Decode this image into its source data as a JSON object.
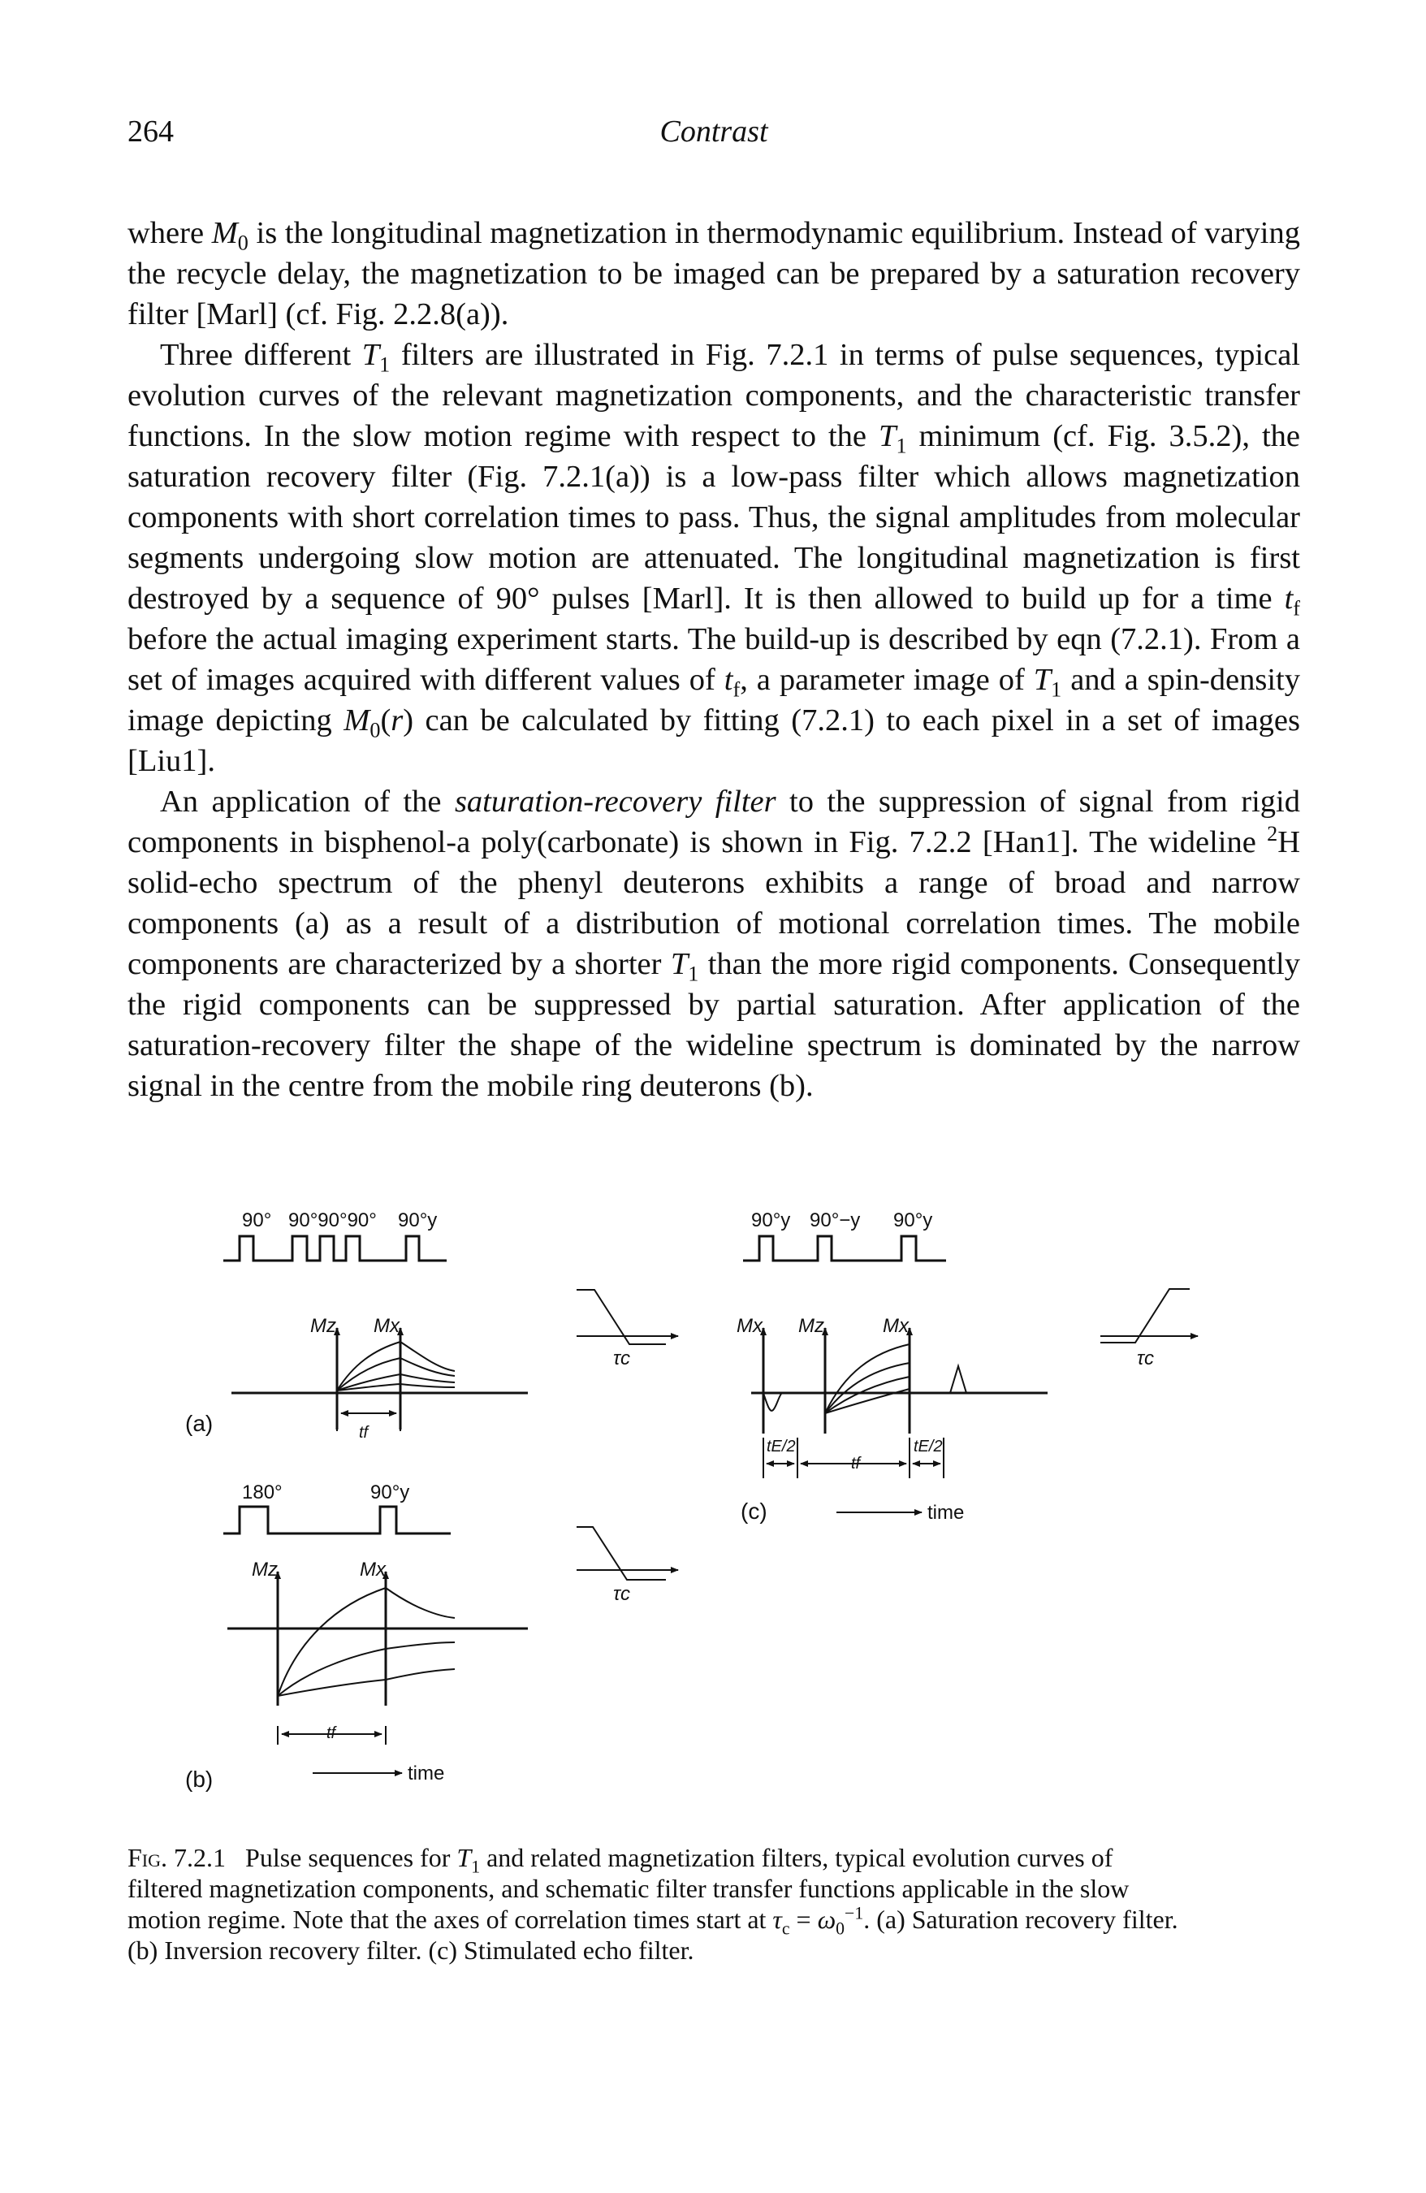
{
  "header": {
    "page_number": "264",
    "running_title": "Contrast"
  },
  "paragraphs": [
    {
      "indent": false,
      "segments": [
        {
          "t": "where "
        },
        {
          "t": "M",
          "i": true
        },
        {
          "t": "0",
          "sub": true
        },
        {
          "t": " is the longitudinal magnetization in thermodynamic equilibrium. Instead of varying the recycle delay, the magnetization to be imaged can be prepared by a saturation recovery filter [Marl] (cf. Fig. 2.2.8(a))."
        }
      ]
    },
    {
      "indent": true,
      "segments": [
        {
          "t": "Three different "
        },
        {
          "t": "T",
          "i": true
        },
        {
          "t": "1",
          "sub": true
        },
        {
          "t": " filters are illustrated in Fig. 7.2.1 in terms of pulse sequences, typical evolution curves of the relevant magnetization components, and the characteristic transfer functions. In the slow motion regime with respect to the "
        },
        {
          "t": "T",
          "i": true
        },
        {
          "t": "1",
          "sub": true
        },
        {
          "t": " minimum (cf. Fig. 3.5.2), the saturation recovery filter (Fig. 7.2.1(a)) is a low-pass filter which allows magnetization components with short correlation times to pass. Thus, the signal amplitudes from molecular segments undergoing slow motion are attenuated. The longitudinal magnetization is first destroyed by a sequence of 90° pulses [Marl]. It is then allowed to build up for a time "
        },
        {
          "t": "t",
          "i": true
        },
        {
          "t": "f",
          "sub": true
        },
        {
          "t": " before the actual imaging experiment starts. The build-up is described by eqn (7.2.1). From a set of images acquired with different values of "
        },
        {
          "t": "t",
          "i": true
        },
        {
          "t": "f",
          "sub": true
        },
        {
          "t": ", a parameter image of "
        },
        {
          "t": "T",
          "i": true
        },
        {
          "t": "1",
          "sub": true
        },
        {
          "t": " and a spin-density image depicting "
        },
        {
          "t": "M",
          "i": true
        },
        {
          "t": "0",
          "sub": true
        },
        {
          "t": "("
        },
        {
          "t": "r",
          "i": true
        },
        {
          "t": ") can be calculated by fitting (7.2.1) to each pixel in a set of images [Liu1]."
        }
      ]
    },
    {
      "indent": true,
      "segments": [
        {
          "t": "An application of the "
        },
        {
          "t": "saturation-recovery filter",
          "i": true
        },
        {
          "t": " to the suppression of signal from rigid components in bisphenol-a poly(carbonate) is shown in Fig. 7.2.2 [Han1]. The wideline "
        },
        {
          "t": "2",
          "sup": true
        },
        {
          "t": "H solid-echo spectrum of the phenyl deuterons exhibits a range of broad and narrow components (a) as a result of a distribution of motional correlation times. The mobile components are characterized by a shorter "
        },
        {
          "t": "T",
          "i": true
        },
        {
          "t": "1",
          "sub": true
        },
        {
          "t": " than the more rigid components. Consequently the rigid components can be suppressed by partial saturation. After application of the saturation-recovery filter the shape of the wideline spectrum is dominated by the narrow signal in the centre from the mobile ring deuterons (b)."
        }
      ]
    }
  ],
  "figure": {
    "panel_a_label": "(a)",
    "panel_b_label": "(b)",
    "panel_c_label": "(c)",
    "a_pulse_labels": [
      "90°",
      "90°90°90°",
      "90°y"
    ],
    "a_axis_labels": [
      "Mz",
      "Mx"
    ],
    "a_tf_label": "tf",
    "a_tc_label": "τc",
    "b_pulse_labels": [
      "180°",
      "90°y"
    ],
    "b_axis_labels": [
      "Mz",
      "Mx"
    ],
    "b_tf_label": "tf",
    "b_tc_label": "τc",
    "b_time_label": "time",
    "c_pulse_labels": [
      "90°y",
      "90°−y",
      "90°y"
    ],
    "c_axis_labels": [
      "Mx",
      "Mz",
      "Mx"
    ],
    "c_te_labels": [
      "tE/2",
      "tE/2"
    ],
    "c_tf_label": "tf",
    "c_tc_label": "τc",
    "c_time_label": "time"
  },
  "caption": {
    "label": "Fig. 7.2.1",
    "segments": [
      {
        "t": "Pulse sequences for "
      },
      {
        "t": "T",
        "i": true
      },
      {
        "t": "1",
        "sub": true
      },
      {
        "t": " and related magnetization filters, typical evolution curves of filtered magnetization components, and schematic filter transfer functions applicable in the slow motion regime. Note that the axes of correlation times start at "
      },
      {
        "t": "τ",
        "i": true
      },
      {
        "t": "c",
        "sub": true
      },
      {
        "t": " = "
      },
      {
        "t": "ω",
        "i": true
      },
      {
        "t": "0",
        "sub": true
      },
      {
        "t": "−1",
        "sup": true
      },
      {
        "t": ". (a) Saturation recovery filter. (b) Inversion recovery filter. (c) Stimulated echo filter."
      }
    ]
  }
}
